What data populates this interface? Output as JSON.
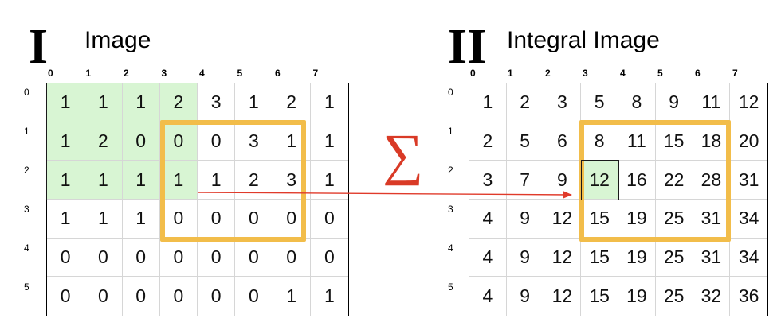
{
  "panels": [
    {
      "roman": "I",
      "title": "Image",
      "col_indices": [
        "0",
        "1",
        "2",
        "3",
        "4",
        "5",
        "6",
        "7"
      ],
      "row_indices": [
        "0",
        "1",
        "2",
        "3",
        "4",
        "5"
      ],
      "cells": [
        [
          "1",
          "1",
          "1",
          "2",
          "3",
          "1",
          "2",
          "1"
        ],
        [
          "1",
          "2",
          "0",
          "0",
          "0",
          "3",
          "1",
          "1"
        ],
        [
          "1",
          "1",
          "1",
          "1",
          "1",
          "2",
          "3",
          "1"
        ],
        [
          "1",
          "1",
          "1",
          "0",
          "0",
          "0",
          "0",
          "0"
        ],
        [
          "0",
          "0",
          "0",
          "0",
          "0",
          "0",
          "0",
          "0"
        ],
        [
          "0",
          "0",
          "0",
          "0",
          "0",
          "0",
          "1",
          "1"
        ]
      ],
      "green_cells": [
        [
          0,
          0
        ],
        [
          0,
          1
        ],
        [
          0,
          2
        ],
        [
          0,
          3
        ],
        [
          1,
          0
        ],
        [
          1,
          1
        ],
        [
          1,
          2
        ],
        [
          1,
          3
        ],
        [
          2,
          0
        ],
        [
          2,
          1
        ],
        [
          2,
          2
        ],
        [
          2,
          3
        ]
      ]
    },
    {
      "roman": "II",
      "title": "Integral Image",
      "col_indices": [
        "0",
        "1",
        "2",
        "3",
        "4",
        "5",
        "6",
        "7"
      ],
      "row_indices": [
        "0",
        "1",
        "2",
        "3",
        "4",
        "5"
      ],
      "cells": [
        [
          "1",
          "2",
          "3",
          "5",
          "8",
          "9",
          "11",
          "12"
        ],
        [
          "2",
          "5",
          "6",
          "8",
          "11",
          "15",
          "18",
          "20"
        ],
        [
          "3",
          "7",
          "9",
          "12",
          "16",
          "22",
          "28",
          "31"
        ],
        [
          "4",
          "9",
          "12",
          "15",
          "19",
          "25",
          "31",
          "34"
        ],
        [
          "4",
          "9",
          "12",
          "15",
          "19",
          "25",
          "31",
          "34"
        ],
        [
          "4",
          "9",
          "12",
          "15",
          "19",
          "25",
          "32",
          "36"
        ]
      ],
      "green_cells": [
        [
          2,
          3
        ]
      ]
    }
  ],
  "operator_symbol": "∑",
  "colors": {
    "highlight_green": "#d8f5d3",
    "box_yellow": "#f2bd4a",
    "arrow_red": "#e03a2a",
    "sigma_red": "#d93a26"
  }
}
